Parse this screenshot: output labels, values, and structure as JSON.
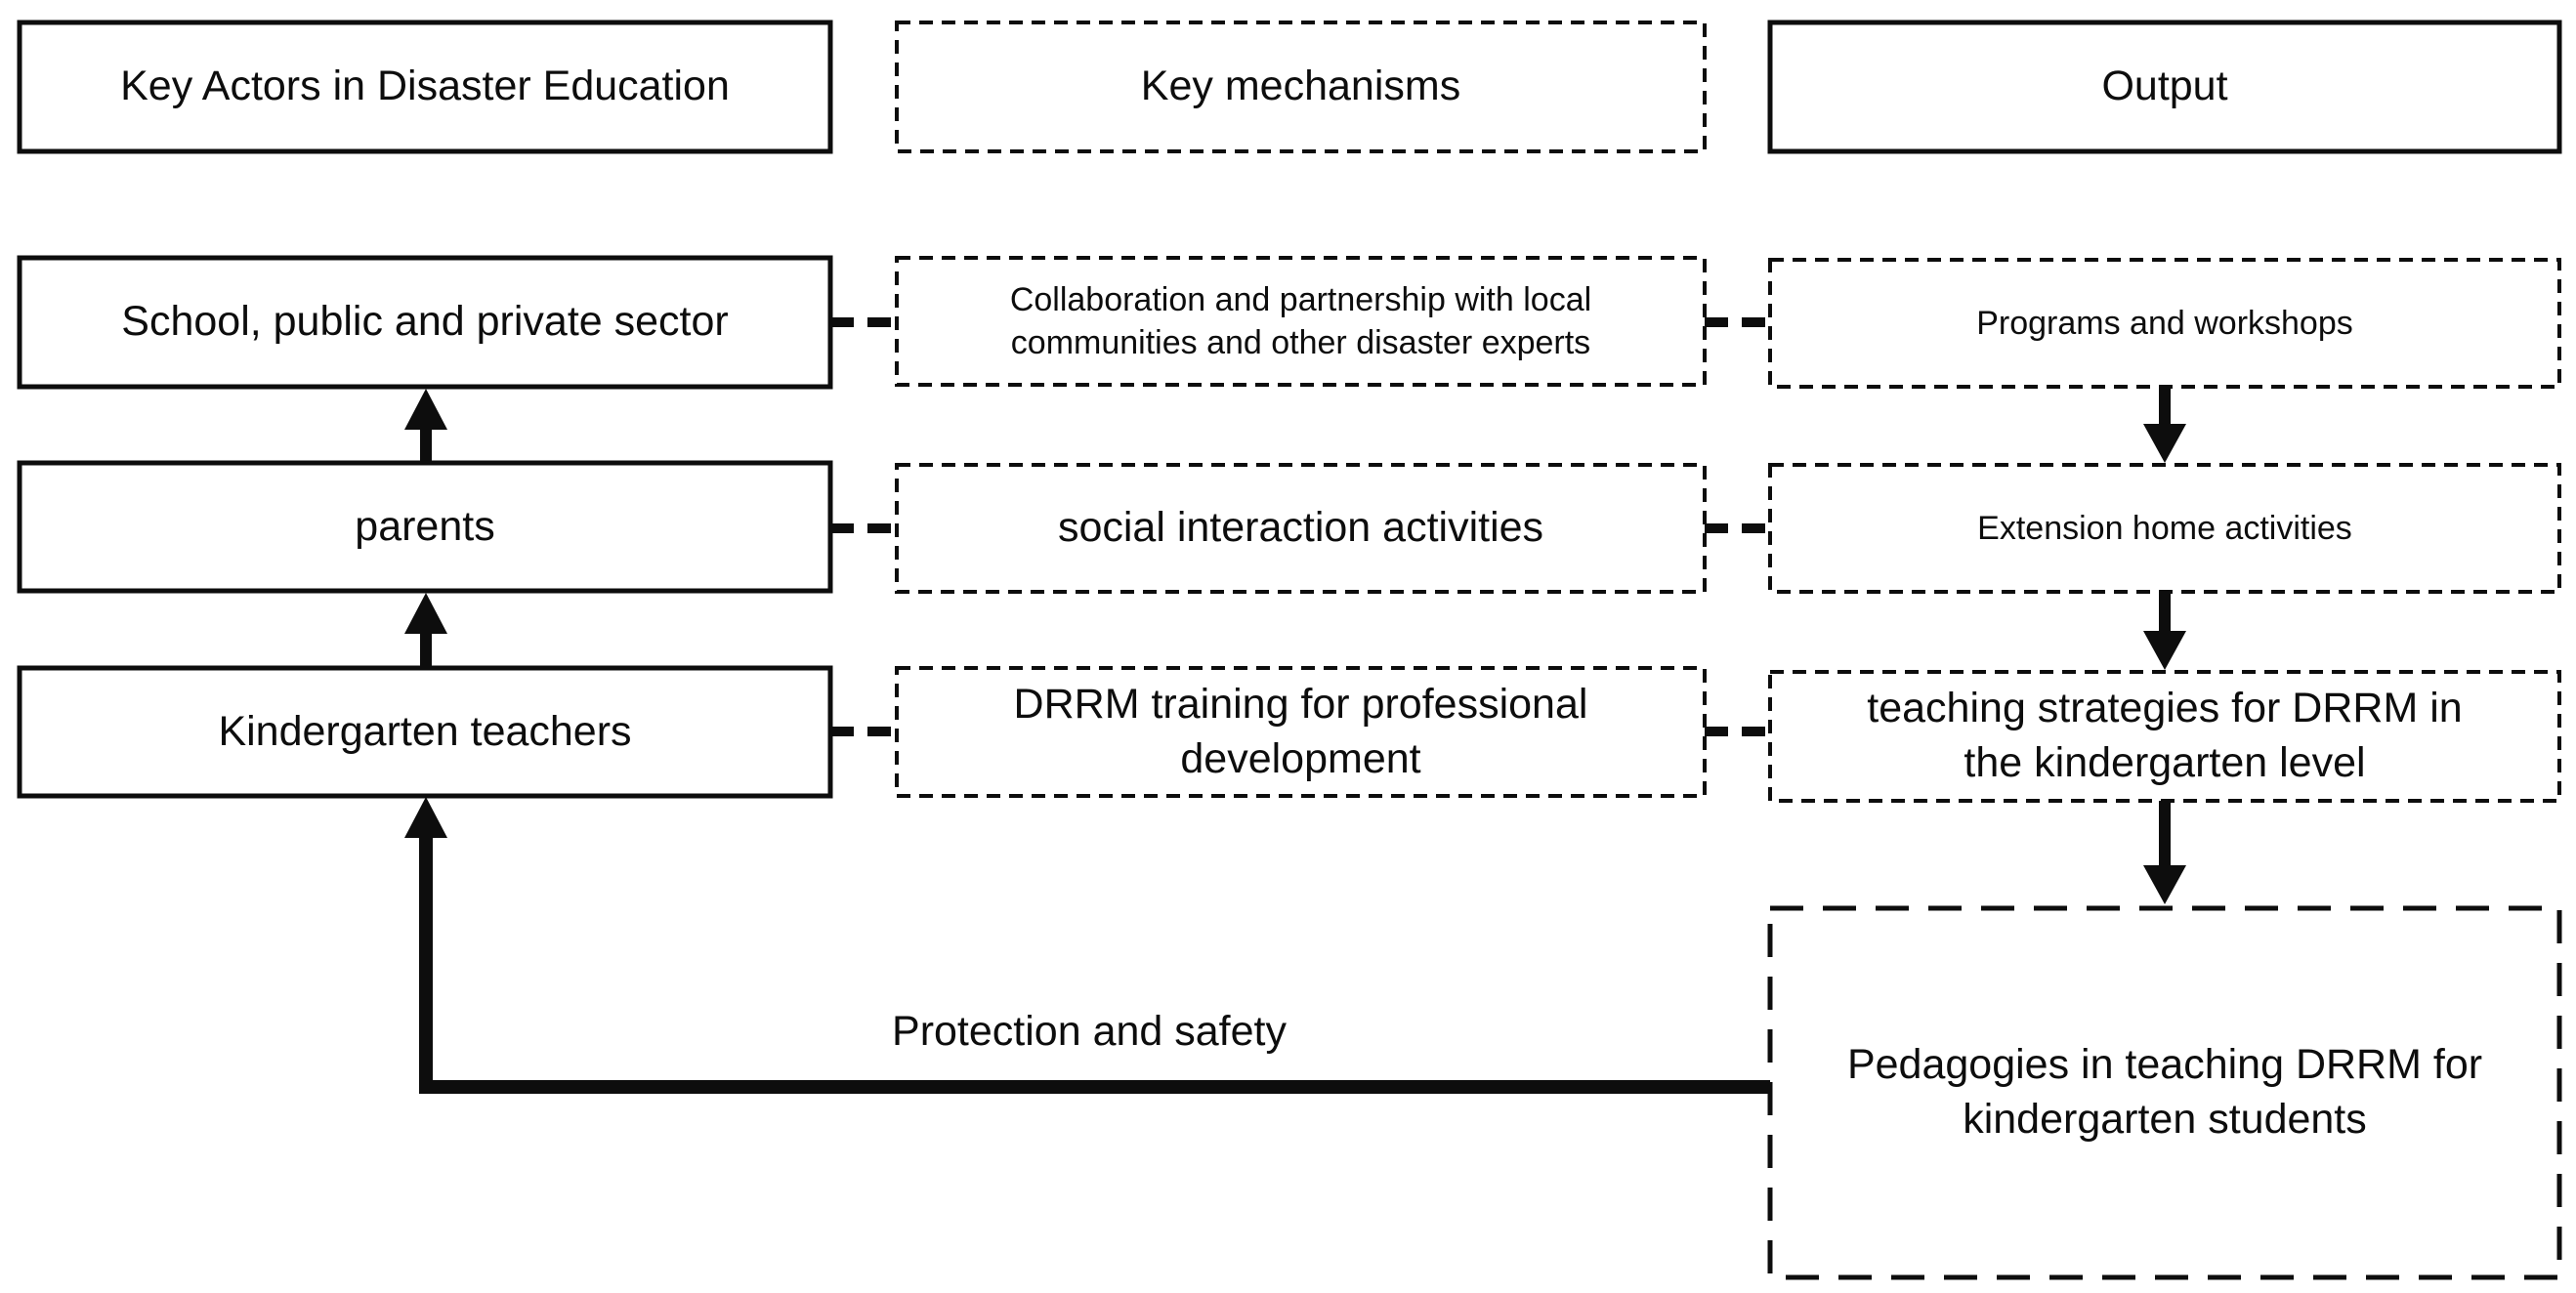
{
  "colors": {
    "ink": "#0d0d0d",
    "background": "#ffffff"
  },
  "columns": {
    "actors": {
      "header": "Key Actors in Disaster Education",
      "items": [
        "School, public and private sector",
        "parents",
        "Kindergarten teachers"
      ]
    },
    "mechanisms": {
      "header": "Key mechanisms",
      "items": [
        "Collaboration and partnership with local communities and other disaster experts",
        "social interaction activities",
        "DRRM training for professional development"
      ]
    },
    "output": {
      "header": "Output",
      "items": [
        "Programs and workshops",
        "Extension home activities",
        "teaching strategies for DRRM in the kindergarten level"
      ]
    }
  },
  "final_output": "Pedagogies in teaching DRRM for kindergarten students",
  "feedback_arrow_label": "Protection and safety"
}
